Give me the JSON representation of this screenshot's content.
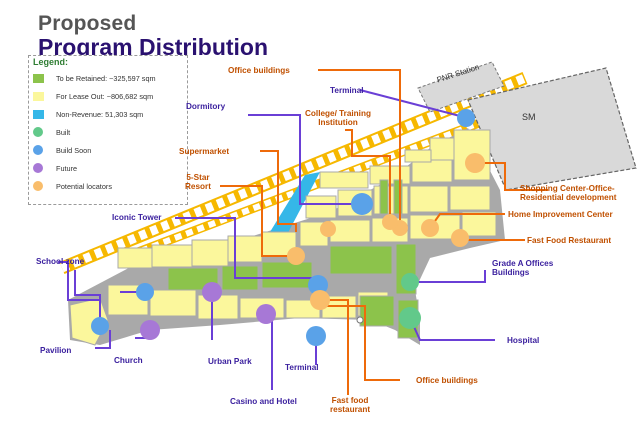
{
  "title": {
    "line1": "Proposed",
    "line2": "Program Distribution"
  },
  "legend": {
    "heading": "Legend:",
    "items": [
      {
        "label": "To be Retained: ~325,597 sqm",
        "color": "#8cc34b",
        "shape": "square"
      },
      {
        "label": "For Lease Out: ~806,682 sqm",
        "color": "#fbf79c",
        "shape": "square"
      },
      {
        "label": "Non-Revenue: 51,303 sqm",
        "color": "#35b7e8",
        "shape": "square"
      },
      {
        "label": "Built",
        "color": "#62c98a",
        "shape": "circle"
      },
      {
        "label": "Build Soon",
        "color": "#5aa2e8",
        "shape": "circle"
      },
      {
        "label": "Future",
        "color": "#a778d6",
        "shape": "circle"
      },
      {
        "label": "Potential locators",
        "color": "#f9bd6b",
        "shape": "circle"
      }
    ]
  },
  "map_labels": {
    "pnr_station": "PNR Station",
    "sm": "SM"
  },
  "callouts": {
    "office_buildings_top": "Office buildings",
    "terminal_top": "Terminal",
    "dormitory": "Dormitory",
    "college": [
      "College/ Training",
      "Institution"
    ],
    "supermarket": "Supermarket",
    "resort": [
      "5-Star",
      "Resort"
    ],
    "iconic_tower": "Iconic Tower",
    "school_zone": "School zone",
    "pavilion": "Pavilion",
    "church": "Church",
    "urban_park": "Urban Park",
    "casino_hotel": "Casino and Hotel",
    "terminal_bottom": "Terminal",
    "fast_food_restaurant_bottom": [
      "Fast food",
      "restaurant"
    ],
    "office_buildings_bottom": "Office buildings",
    "hospital": "Hospital",
    "grade_a": [
      "Grade A Offices",
      "Buildings"
    ],
    "fast_food_restaurant_right": "Fast Food Restaurant",
    "home_improvement": "Home Improvement Center",
    "shopping_center": [
      "Shopping Center-Office-",
      "Residential development"
    ]
  },
  "colors": {
    "title_gray": "#555555",
    "title_purple": "#2a1170",
    "callout_orange": "#c05000",
    "callout_purple": "#3a1f9e",
    "road_gray": "#a9a9a9",
    "rail_yellow": "#f6b800",
    "lease_yellow": "#fbf79c",
    "retained_green": "#8cc34b",
    "nonrevenue_blue": "#35b7e8"
  }
}
